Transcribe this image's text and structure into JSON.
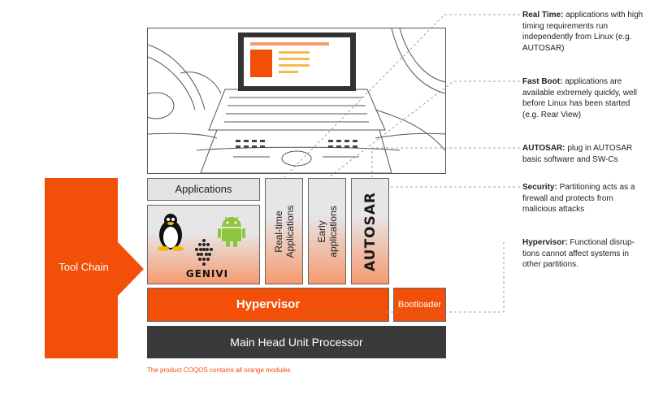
{
  "toolchain": {
    "label": "Tool Chain"
  },
  "stack": {
    "applications": "Applications",
    "realtime": "Real-time Applications",
    "realtime_lines": [
      "Real-time",
      "Applications"
    ],
    "early": "Early applications",
    "early_lines": [
      "Early",
      "applications"
    ],
    "autosar_logo": "AUTOSAR",
    "genivi_logo": "GENIVI",
    "hypervisor": "Hypervisor",
    "bootloader": "Bootloader",
    "processor": "Main Head Unit Processor"
  },
  "footnote": "The product COQOS contains all orange modules",
  "descriptions": [
    {
      "title": "Real Time:",
      "text": "applications with high timing requirements run independently from Linux (e.g. AUTOSAR)"
    },
    {
      "title": "Fast Boot:",
      "text": "applications are available extremely quickly, well before Linux has been started (e.g. Rear View)"
    },
    {
      "title": "AUTOSAR:",
      "text": "plug in AUTOSAR basic software and SW-Cs"
    },
    {
      "title": "Security:",
      "text": "Partitioning acts as a firewall and protects from malicious attacks"
    },
    {
      "title": "Hypervisor:",
      "text": "Functional disrup-tions cannot affect systems in other partitions."
    }
  ],
  "colors": {
    "orange": "#f24f08",
    "dark": "#3a3a3a",
    "grey": "#e3e3e3",
    "android": "#8cc63f"
  },
  "icons": [
    "linux-penguin-icon",
    "android-robot-icon",
    "genivi-logo",
    "autosar-logo",
    "dashboard-illustration",
    "tool-chain-arrow"
  ]
}
